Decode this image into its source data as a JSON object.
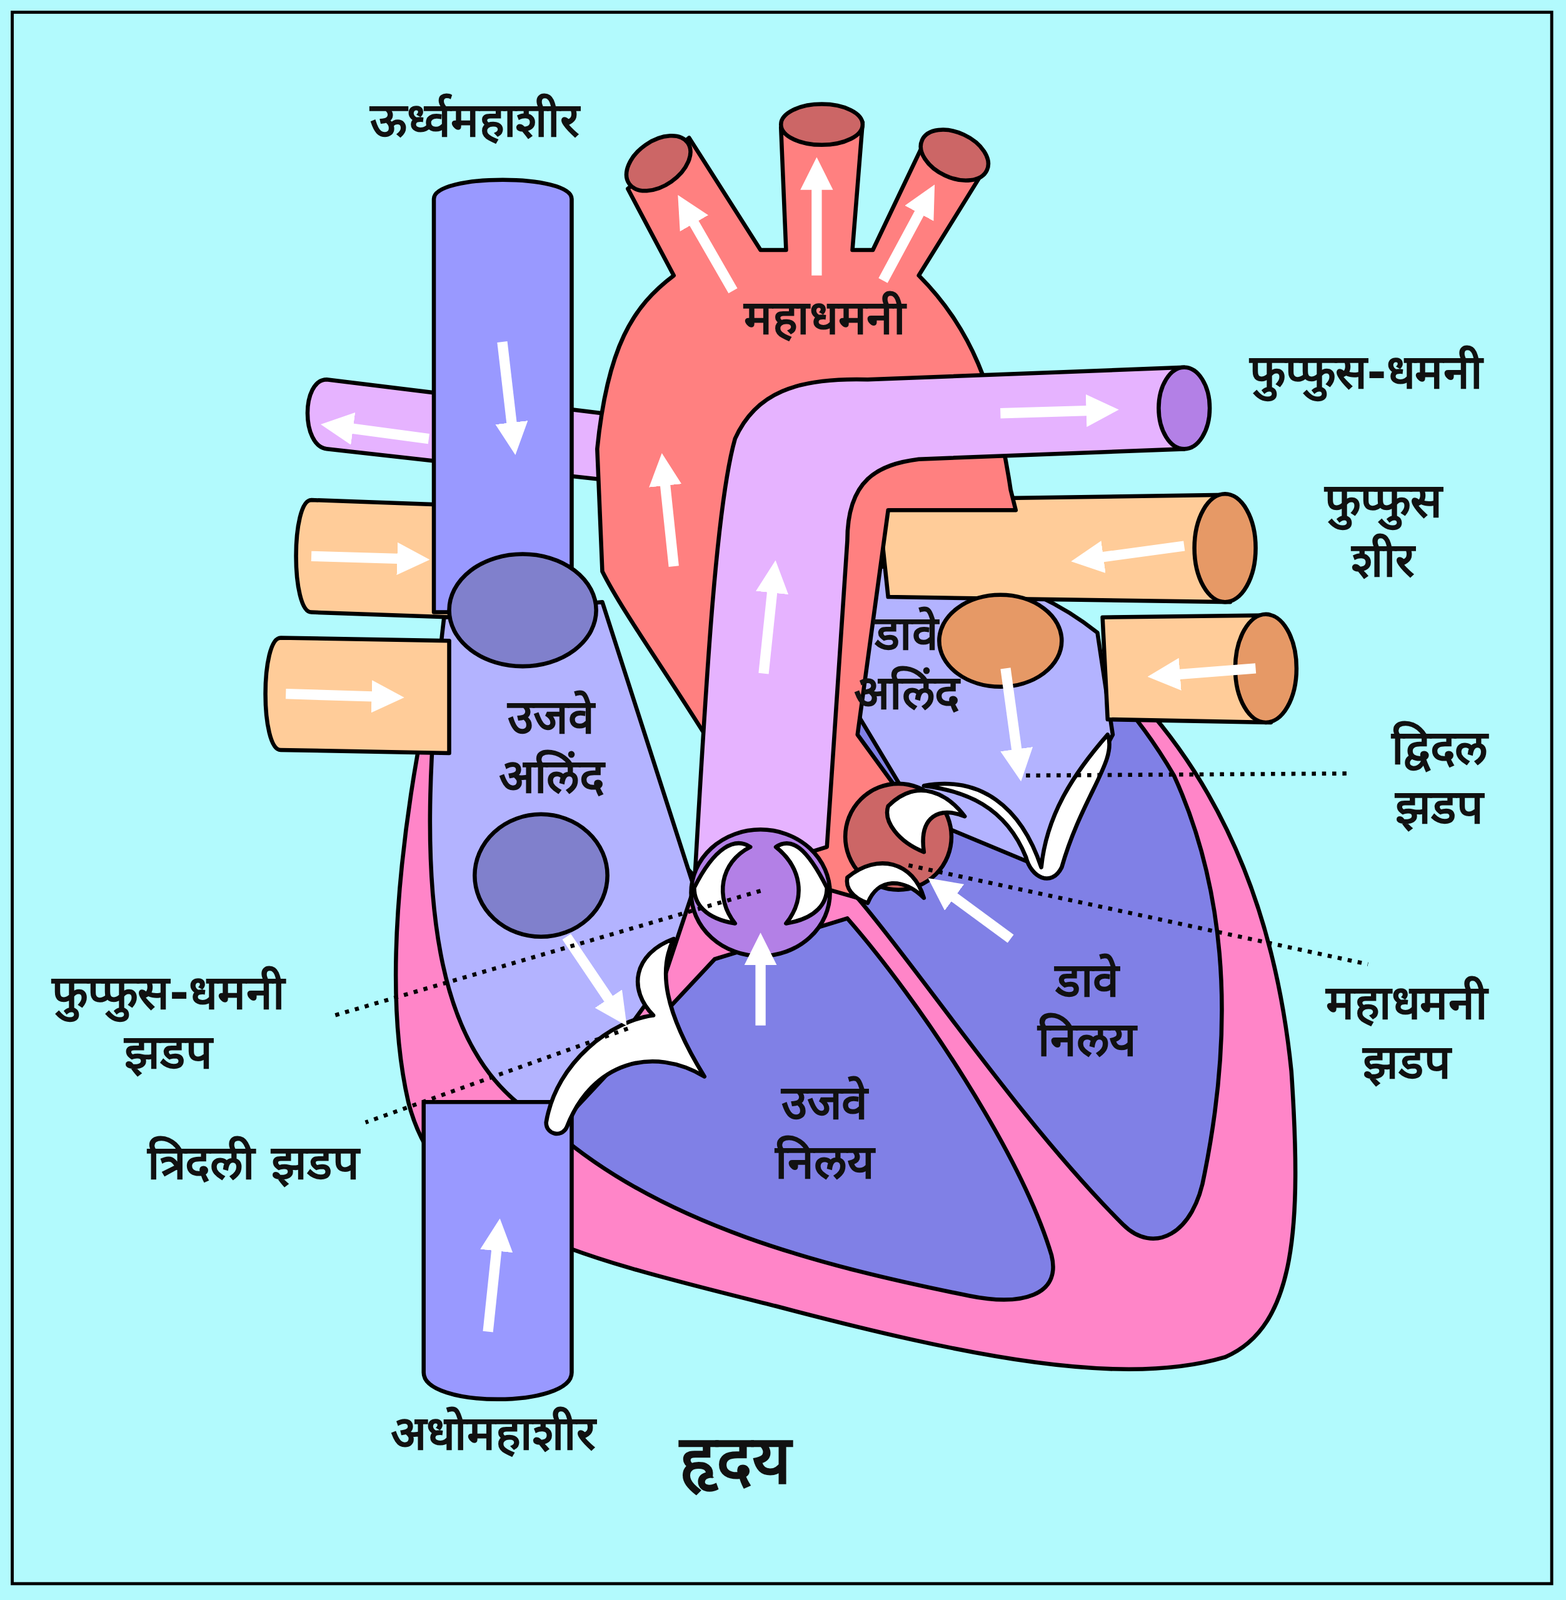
{
  "diagram": {
    "title": "हृदय",
    "labels": [
      "ऊर्ध्वमहाशीर",
      "महाधमनी",
      "फुप्फुस-धमनी",
      "फुप्फुस शीर",
      "डावे अलिंद",
      "उजवे अलिंद",
      "द्विदल झडप",
      "महाधमनी झडप",
      "डावे निलय",
      "फुप्फुस-धमनी झडप",
      "उजवे निलय",
      "त्रिदली झडप",
      "अधोमहाशीर"
    ]
  }
}
